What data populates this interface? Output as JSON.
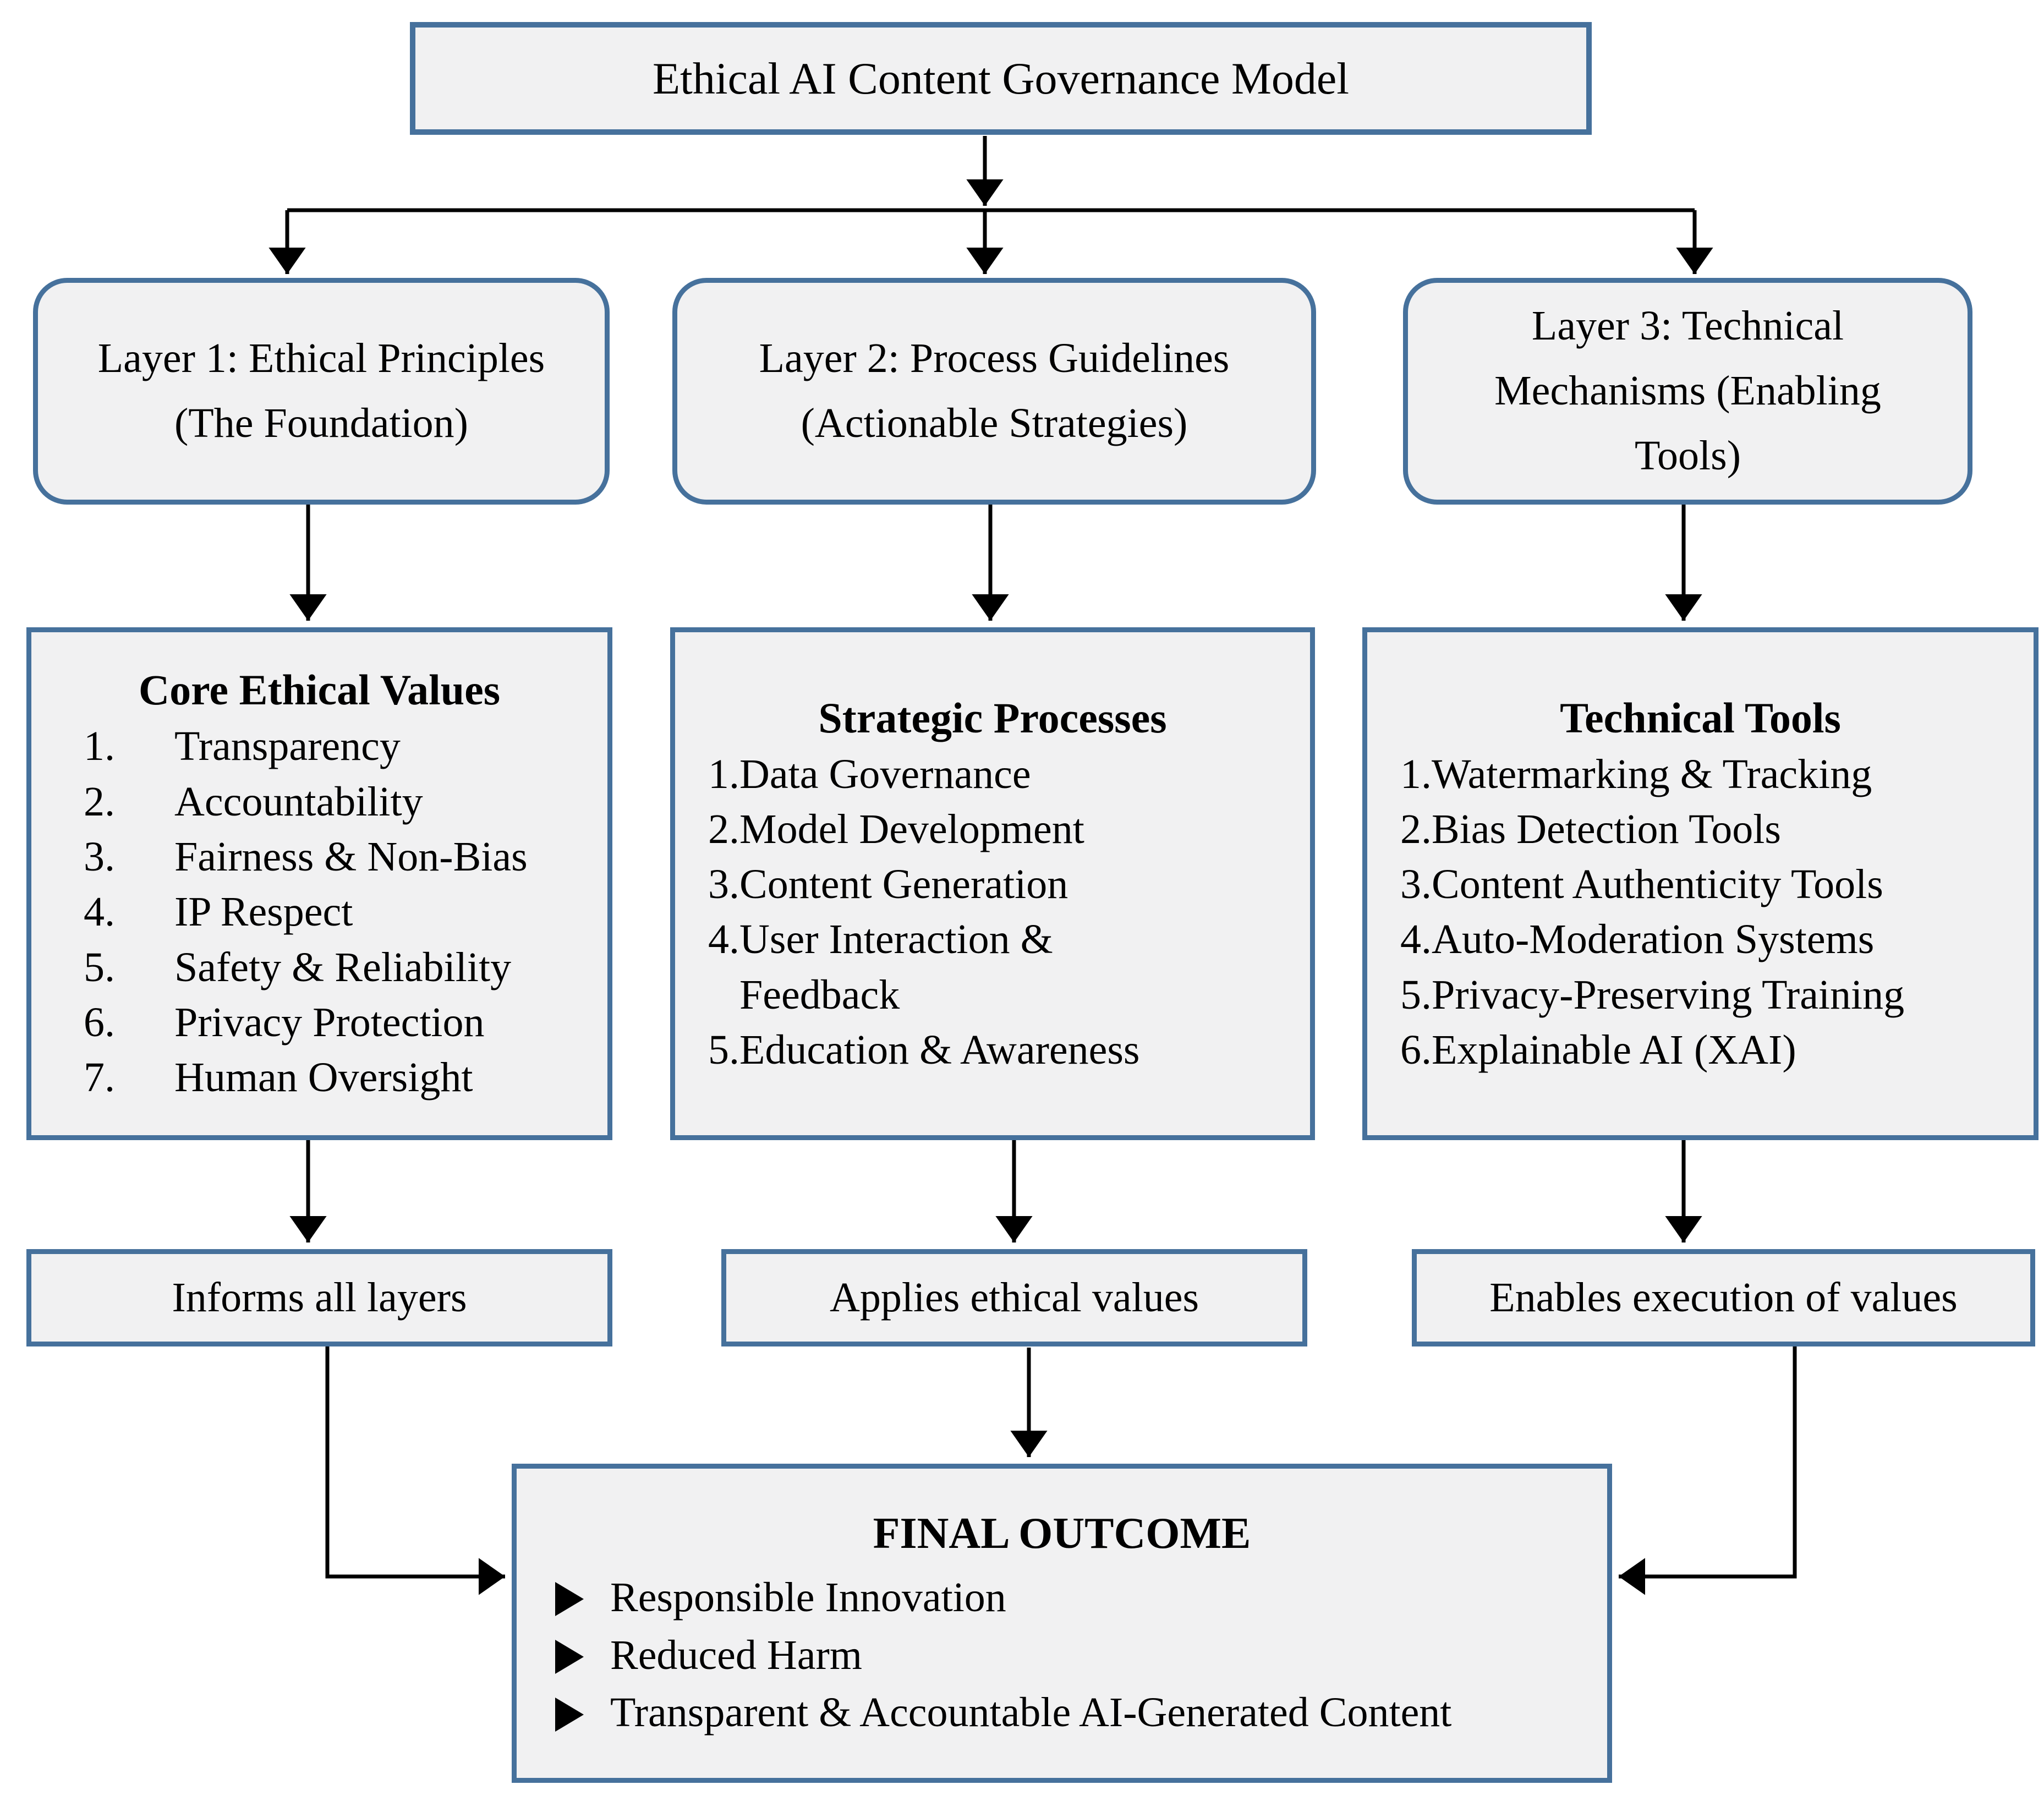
{
  "diagram": {
    "title": "Ethical AI Content Governance Model",
    "layers": [
      {
        "header": "Layer 1: Ethical Principles (The Foundation)",
        "panel_title": "Core Ethical Values",
        "items": [
          "Transparency",
          "Accountability",
          "Fairness & Non-Bias",
          "IP Respect",
          "Safety & Reliability",
          "Privacy Protection",
          "Human Oversight"
        ],
        "outcome": "Informs all layers"
      },
      {
        "header": "Layer 2: Process Guidelines (Actionable Strategies)",
        "panel_title": "Strategic Processes",
        "items": [
          "Data Governance",
          "Model Development",
          "Content Generation",
          "User Interaction & Feedback",
          "Education & Awareness"
        ],
        "outcome": "Applies ethical values"
      },
      {
        "header": "Layer 3: Technical Mechanisms (Enabling Tools)",
        "panel_title": "Technical Tools",
        "items": [
          "Watermarking & Tracking",
          "Bias Detection Tools",
          "Content Authenticity Tools",
          "Auto-Moderation Systems",
          "Privacy-Preserving Training",
          "Explainable AI (XAI)"
        ],
        "outcome": "Enables execution of values"
      }
    ],
    "final": {
      "title": "FINAL OUTCOME",
      "items": [
        "Responsible Innovation",
        "Reduced Harm",
        "Transparent & Accountable AI-Generated Content"
      ]
    },
    "colors": {
      "box_border": "#46719c",
      "box_fill": "#f1f1f2",
      "connector": "#000000"
    },
    "icons": {
      "bullet": "black-right-triangle",
      "arrowhead": "black-solid-arrowhead"
    }
  }
}
